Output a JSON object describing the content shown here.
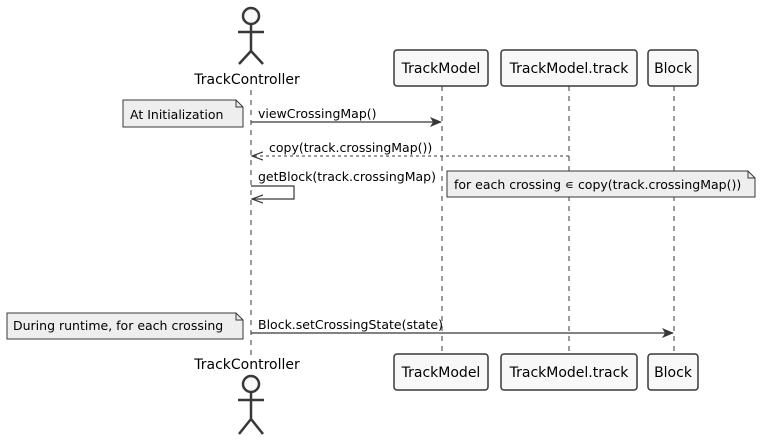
{
  "participants": {
    "track_controller": "TrackController",
    "track_model": "TrackModel",
    "track_model_track": "TrackModel.track",
    "block": "Block"
  },
  "messages": {
    "view_crossing_map": "viewCrossingMap()",
    "copy_crossing_map": "copy(track.crossingMap())",
    "get_block": "getBlock(track.crossingMap)",
    "set_crossing_state": "Block.setCrossingState(state)"
  },
  "notes": {
    "at_initialization": "At Initialization",
    "for_each_crossing": "for each crossing ∊ copy(track.crossingMap())",
    "during_runtime": "During runtime, for each crossing"
  },
  "colors": {
    "participant_fill": "#F8F8F8",
    "note_fill": "#EEEEEE",
    "line": "#383838"
  }
}
